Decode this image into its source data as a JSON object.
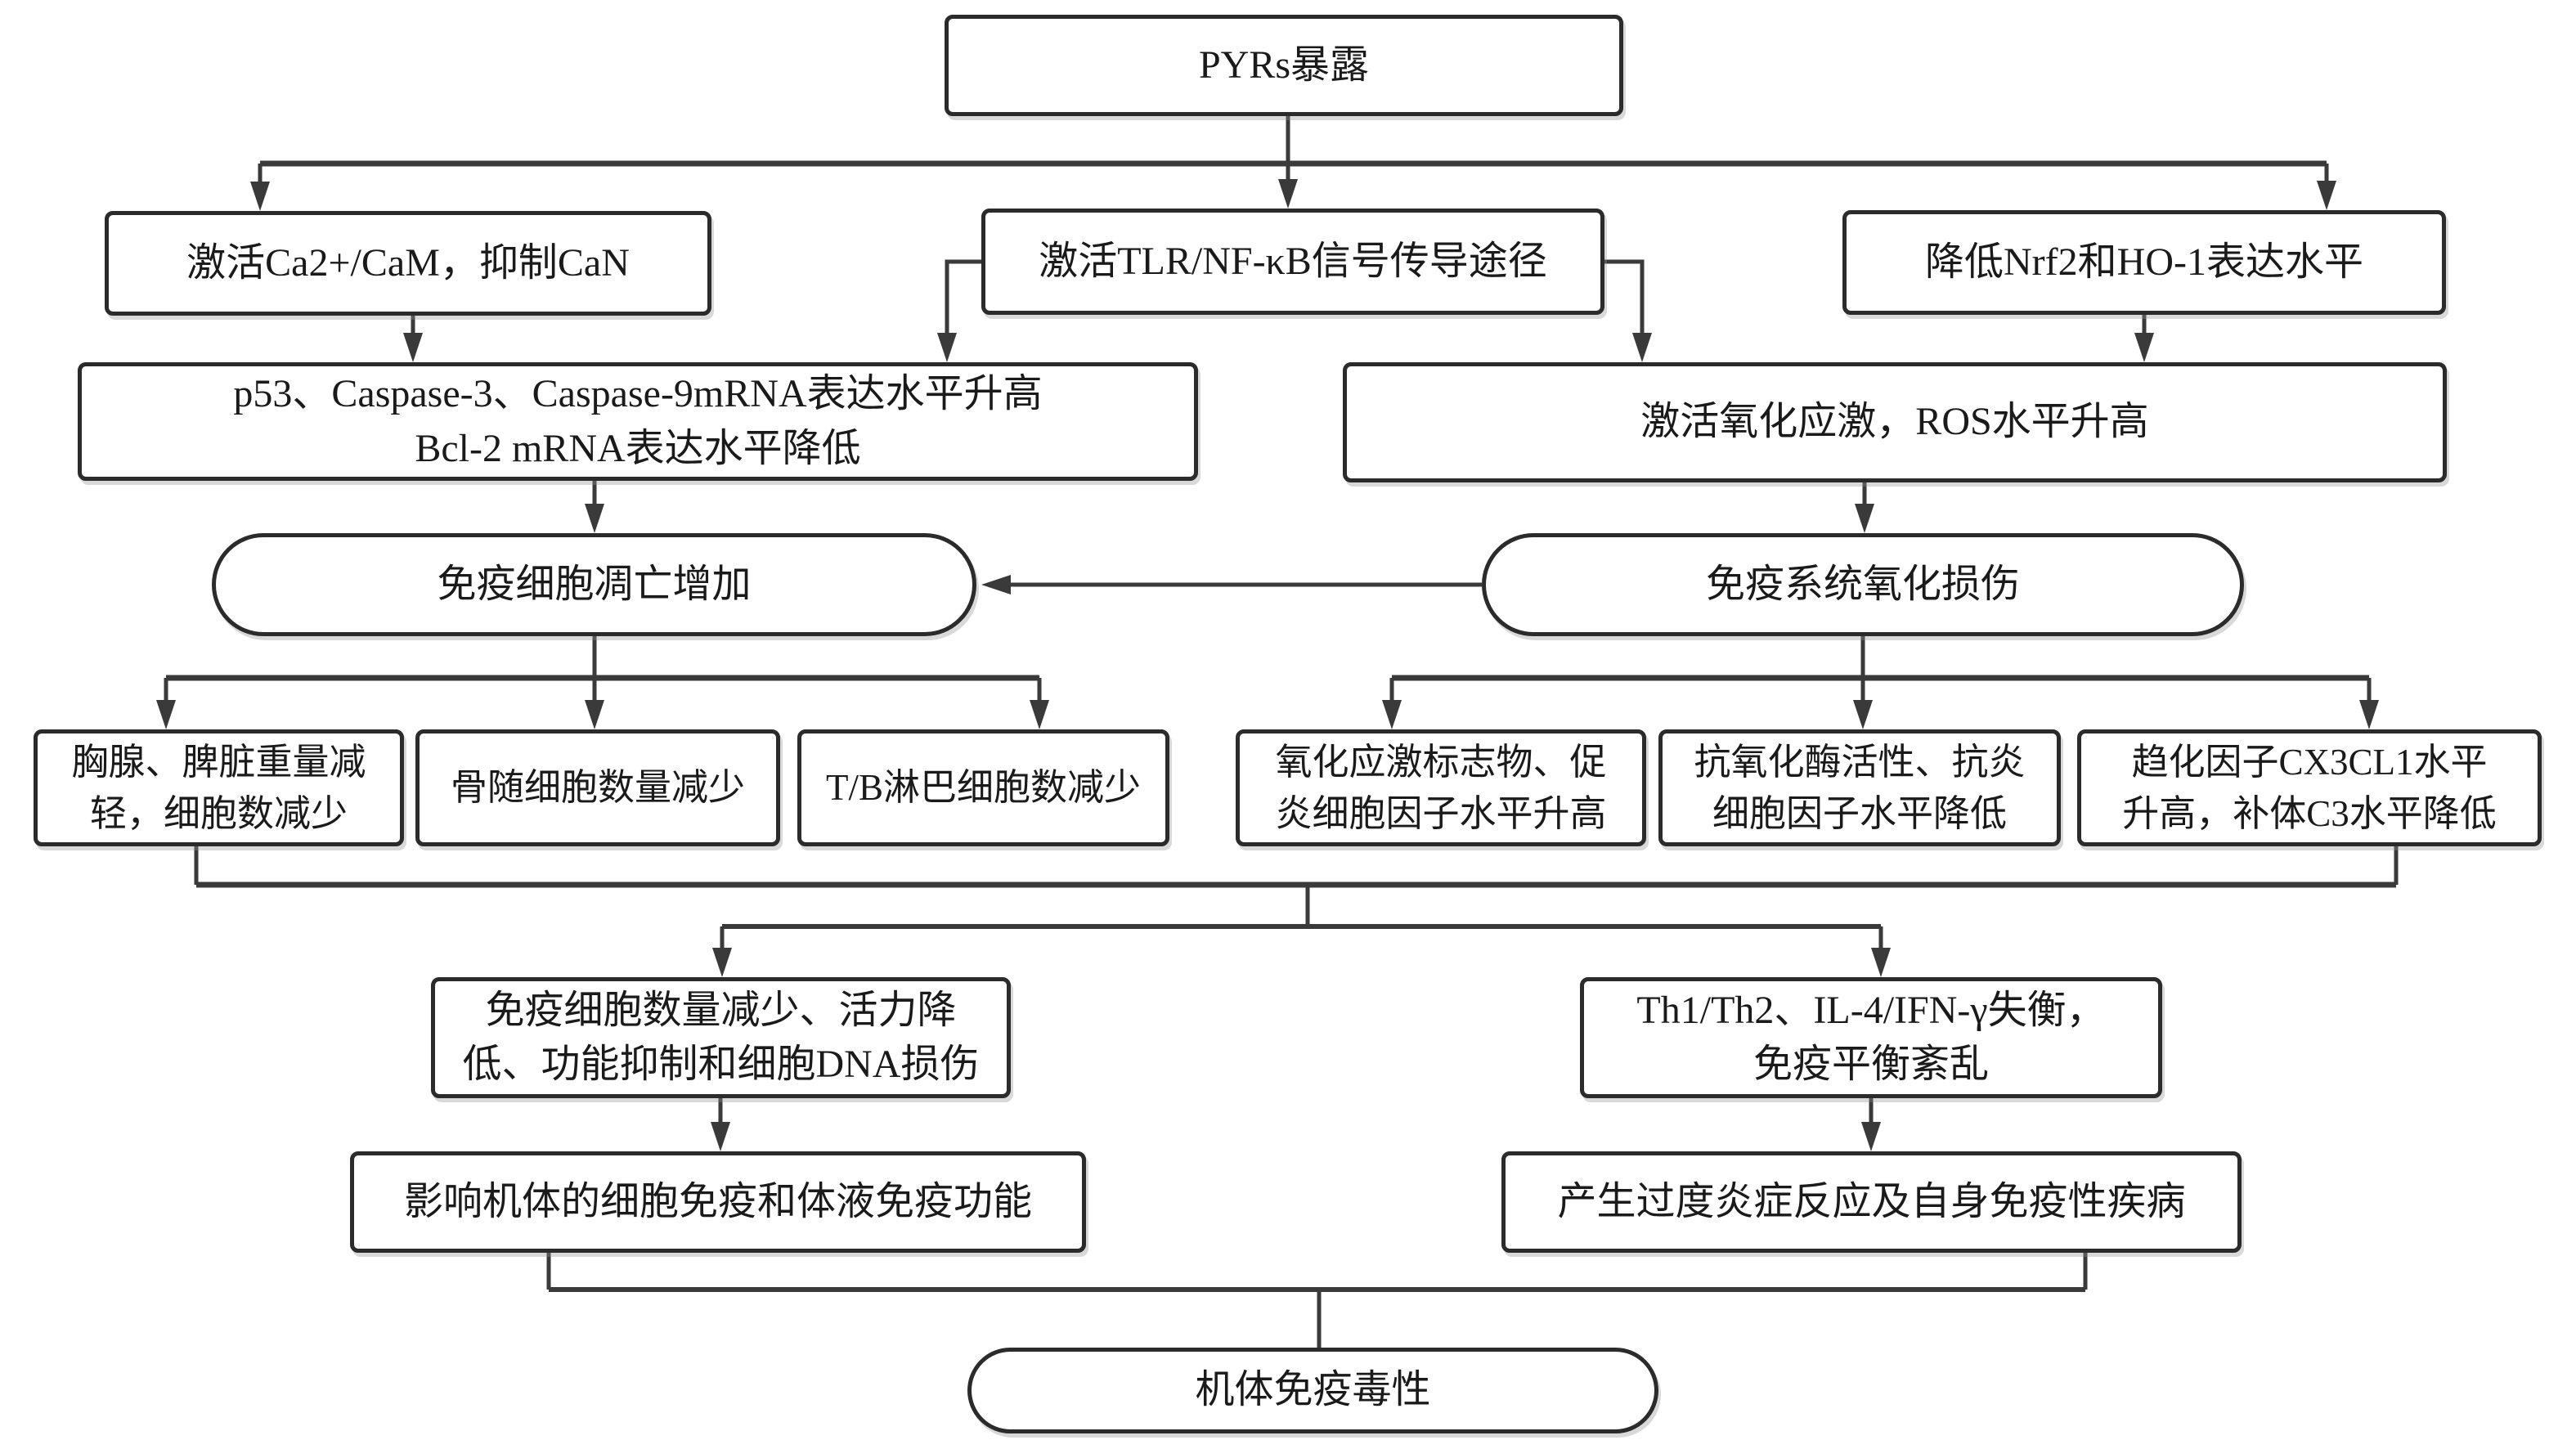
{
  "colors": {
    "background": "#ffffff",
    "box_border": "#2b2b2b",
    "wire": "#3a3a3a",
    "text": "#1a1a1a"
  },
  "nodes": {
    "pyrs_exposure": {
      "shape": "rect",
      "text": "PYRs暴露"
    },
    "activate_ca_cam": {
      "shape": "rect",
      "text": "激活Ca2+/CaM，抑制CaN"
    },
    "activate_tlr_nfkb": {
      "shape": "rect",
      "text": "激活TLR/NF-κB信号传导途径"
    },
    "reduce_nrf2_ho1": {
      "shape": "rect",
      "text": "降低Nrf2和HO-1表达水平"
    },
    "p53_caspase_mrna": {
      "shape": "rect",
      "text": "p53、Caspase-3、Caspase-9mRNA表达水平升高\nBcl-2 mRNA表达水平降低"
    },
    "oxidative_stress_ros": {
      "shape": "rect",
      "text": "激活氧化应激，ROS水平升高"
    },
    "apoptosis_increase": {
      "shape": "stadium",
      "text": "免疫细胞凋亡增加"
    },
    "immune_oxidative_damage": {
      "shape": "stadium",
      "text": "免疫系统氧化损伤"
    },
    "thymus_spleen": {
      "shape": "rect",
      "text": "胸腺、脾脏重量减\n轻，细胞数减少"
    },
    "bone_marrow": {
      "shape": "rect",
      "text": "骨随细胞数量减少"
    },
    "tb_lymphocytes": {
      "shape": "rect",
      "text": "T/B淋巴细胞数减少"
    },
    "oxidative_markers": {
      "shape": "rect",
      "text": "氧化应激标志物、促\n炎细胞因子水平升高"
    },
    "antioxidant_enzymes": {
      "shape": "rect",
      "text": "抗氧化酶活性、抗炎\n细胞因子水平降低"
    },
    "chemokine_cx3cl1": {
      "shape": "rect",
      "text": "趋化因子CX3CL1水平\n升高，补体C3水平降低"
    },
    "immune_cell_decline": {
      "shape": "rect",
      "text": "免疫细胞数量减少、活力降\n低、功能抑制和细胞DNA损伤"
    },
    "th_imbalance": {
      "shape": "rect",
      "text": "Th1/Th2、IL-4/IFN-γ失衡，\n免疫平衡紊乱"
    },
    "cellular_humoral_immunity": {
      "shape": "rect",
      "text": "影响机体的细胞免疫和体液免疫功能"
    },
    "inflammation_autoimmune": {
      "shape": "rect",
      "text": "产生过度炎症反应及自身免疫性疾病"
    },
    "immunotoxicity": {
      "shape": "stadium",
      "text": "机体免疫毒性"
    }
  },
  "edges": [
    {
      "from": "pyrs_exposure",
      "to": "activate_ca_cam",
      "arrow": true
    },
    {
      "from": "pyrs_exposure",
      "to": "activate_tlr_nfkb",
      "arrow": true
    },
    {
      "from": "pyrs_exposure",
      "to": "reduce_nrf2_ho1",
      "arrow": true
    },
    {
      "from": "activate_ca_cam",
      "to": "p53_caspase_mrna",
      "arrow": true
    },
    {
      "from": "activate_tlr_nfkb",
      "to": "p53_caspase_mrna",
      "arrow": true
    },
    {
      "from": "activate_tlr_nfkb",
      "to": "oxidative_stress_ros",
      "arrow": true
    },
    {
      "from": "reduce_nrf2_ho1",
      "to": "oxidative_stress_ros",
      "arrow": true
    },
    {
      "from": "p53_caspase_mrna",
      "to": "apoptosis_increase",
      "arrow": true
    },
    {
      "from": "oxidative_stress_ros",
      "to": "immune_oxidative_damage",
      "arrow": true
    },
    {
      "from": "immune_oxidative_damage",
      "to": "apoptosis_increase",
      "arrow": true
    },
    {
      "from": "apoptosis_increase",
      "to": "thymus_spleen",
      "arrow": true
    },
    {
      "from": "apoptosis_increase",
      "to": "bone_marrow",
      "arrow": true
    },
    {
      "from": "apoptosis_increase",
      "to": "tb_lymphocytes",
      "arrow": true
    },
    {
      "from": "immune_oxidative_damage",
      "to": "oxidative_markers",
      "arrow": true
    },
    {
      "from": "immune_oxidative_damage",
      "to": "antioxidant_enzymes",
      "arrow": true
    },
    {
      "from": "immune_oxidative_damage",
      "to": "chemokine_cx3cl1",
      "arrow": true
    },
    {
      "from": "thymus_spleen",
      "to": "immune_cell_decline",
      "arrow": true
    },
    {
      "from": "chemokine_cx3cl1",
      "to": "immune_cell_decline",
      "arrow": true
    },
    {
      "from": "thymus_spleen",
      "to": "th_imbalance",
      "arrow": true
    },
    {
      "from": "chemokine_cx3cl1",
      "to": "th_imbalance",
      "arrow": true
    },
    {
      "from": "immune_cell_decline",
      "to": "cellular_humoral_immunity",
      "arrow": true
    },
    {
      "from": "th_imbalance",
      "to": "inflammation_autoimmune",
      "arrow": true
    },
    {
      "from": "cellular_humoral_immunity",
      "to": "immunotoxicity",
      "arrow": false
    },
    {
      "from": "inflammation_autoimmune",
      "to": "immunotoxicity",
      "arrow": false
    }
  ]
}
